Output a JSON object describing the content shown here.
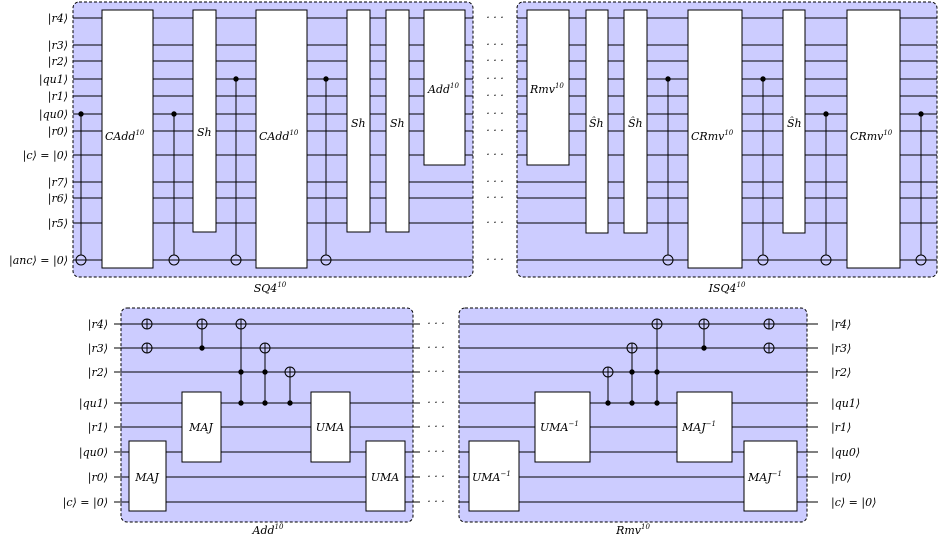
{
  "panel_bg": "#ccccff",
  "ellipsis": "· · ·",
  "panels": {
    "sq4": {
      "caption": "SQ4",
      "caption_sup": "10",
      "wire_labels": [
        "|r4⟩",
        "|r3⟩",
        "|r2⟩",
        "|qu1⟩",
        "|r1⟩",
        "|qu0⟩",
        "|r0⟩",
        "|c⟩ = |0⟩",
        "|r7⟩",
        "|r6⟩",
        "|r5⟩",
        "|anc⟩ = |0⟩"
      ],
      "gates": [
        {
          "label": "CAdd",
          "sup": "10"
        },
        {
          "label": "Sh",
          "sup": ""
        },
        {
          "label": "CAdd",
          "sup": "10"
        },
        {
          "label": "Sh",
          "sup": ""
        },
        {
          "label": "Sh",
          "sup": ""
        },
        {
          "label": "Add",
          "sup": "10"
        }
      ]
    },
    "isq4": {
      "caption": "ISQ4",
      "caption_sup": "10",
      "gates": [
        {
          "label": "Rmv",
          "sup": "10"
        },
        {
          "label": "Ŝh",
          "sup": ""
        },
        {
          "label": "Ŝh",
          "sup": ""
        },
        {
          "label": "CRmv",
          "sup": "10"
        },
        {
          "label": "Ŝh",
          "sup": ""
        },
        {
          "label": "CRmv",
          "sup": "10"
        }
      ]
    },
    "add": {
      "caption": "Add",
      "caption_sup": "10",
      "wire_labels": [
        "|r4⟩",
        "|r3⟩",
        "|r2⟩",
        "|qu1⟩",
        "|r1⟩",
        "|qu0⟩",
        "|r0⟩",
        "|c⟩ = |0⟩"
      ],
      "gates": [
        {
          "label": "MAJ",
          "sup": ""
        },
        {
          "label": "MAJ",
          "sup": ""
        },
        {
          "label": "UMA",
          "sup": ""
        },
        {
          "label": "UMA",
          "sup": ""
        }
      ]
    },
    "rmv": {
      "caption": "Rmv",
      "caption_sup": "10",
      "wire_labels": [
        "|r4⟩",
        "|r3⟩",
        "|r2⟩",
        "|qu1⟩",
        "|r1⟩",
        "|qu0⟩",
        "|r0⟩",
        "|c⟩ = |0⟩"
      ],
      "gates": [
        {
          "label": "UMA",
          "sup": "−1"
        },
        {
          "label": "UMA",
          "sup": "−1"
        },
        {
          "label": "MAJ",
          "sup": "−1"
        },
        {
          "label": "MAJ",
          "sup": "−1"
        }
      ]
    }
  }
}
